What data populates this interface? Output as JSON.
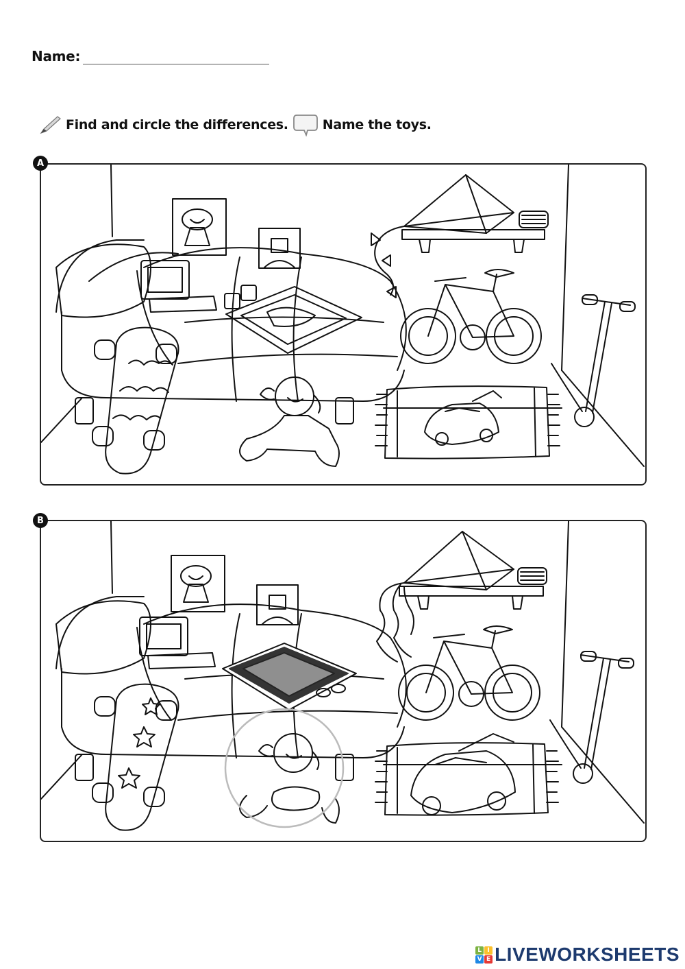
{
  "header": {
    "name_label": "Name:",
    "name_field_value": ""
  },
  "instructions": {
    "pencil_icon": "pencil-icon",
    "task_1": "Find and circle the differences.",
    "speech_icon": "speech-bubble-icon",
    "task_2": "Name the toys."
  },
  "panels": [
    {
      "label": "A",
      "items": [
        "bed",
        "pillow",
        "alien poster",
        "robot poster",
        "handheld game console",
        "dice",
        "board game",
        "skateboard (wavy pattern)",
        "doll",
        "kite with bow tail",
        "shelf",
        "yo-yo / string spool",
        "bicycle",
        "scooter",
        "rug",
        "toy car (small)"
      ]
    },
    {
      "label": "B",
      "items": [
        "bed",
        "pillow",
        "alien poster",
        "robot poster",
        "handheld game console",
        "checkers board",
        "checkers pieces",
        "skateboard (star pattern)",
        "doll with skirt (circled)",
        "kite with ribbon tail",
        "shelf",
        "yo-yo / string spool",
        "bicycle",
        "scooter",
        "rug",
        "toy car (large)"
      ]
    }
  ],
  "logo": {
    "tiles": [
      "L",
      "I",
      "V",
      "E"
    ],
    "tile_colors": [
      "#7cb342",
      "#fbc02d",
      "#1e88e5",
      "#e53935"
    ],
    "text": "LIVEWORKSHEETS",
    "text_color": "#1d3a6e"
  }
}
